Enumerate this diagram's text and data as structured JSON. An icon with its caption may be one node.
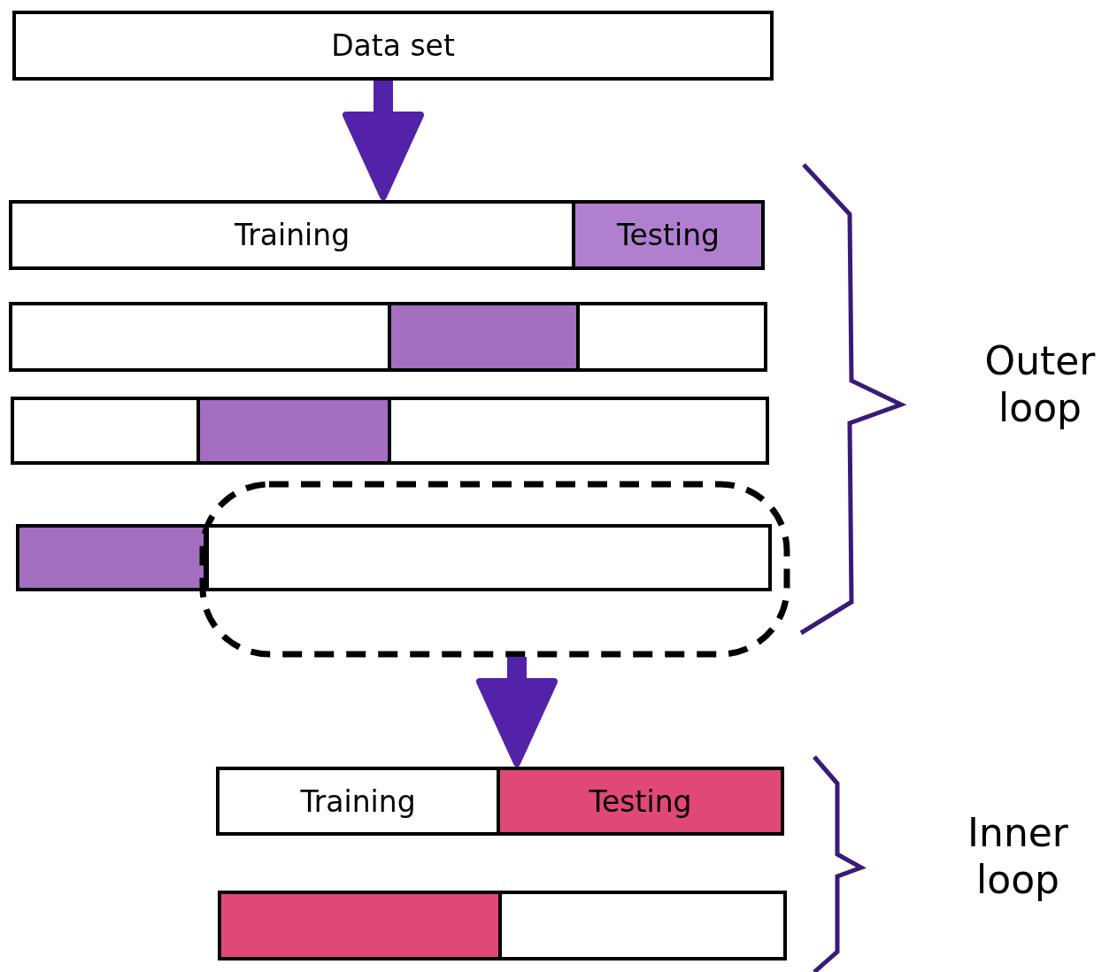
{
  "diagram": {
    "nodes": [
      {
        "text": [
          "Data set"
        ]
      },
      {
        "text": [
          "Training"
        ]
      },
      {
        "text": [
          "Testing"
        ]
      },
      {
        "text": [],
        "shape": "box"
      },
      {
        "text": [],
        "shape": "box"
      },
      {
        "text": [],
        "shape": "box"
      },
      {
        "text": [],
        "shape": "box"
      },
      {
        "text": [],
        "shape": "box"
      },
      {
        "text": [],
        "shape": "box"
      },
      {
        "text": [],
        "shape": "box"
      },
      {
        "text": [],
        "shape": "box"
      },
      {
        "text": [],
        "shape": "box",
        "in": 10
      },
      {
        "text": [
          "Training"
        ]
      },
      {
        "text": [
          "Testing"
        ]
      },
      {
        "text": [],
        "shape": "box"
      },
      {
        "text": [],
        "shape": "box"
      }
    ],
    "edges": [
      {
        "from": 0,
        "to": 1,
        "arrow": "to"
      },
      {
        "from": 10,
        "to": 12,
        "arrow": "to"
      }
    ],
    "labels": [
      "Outer loop",
      "Inner loop"
    ]
  }
}
